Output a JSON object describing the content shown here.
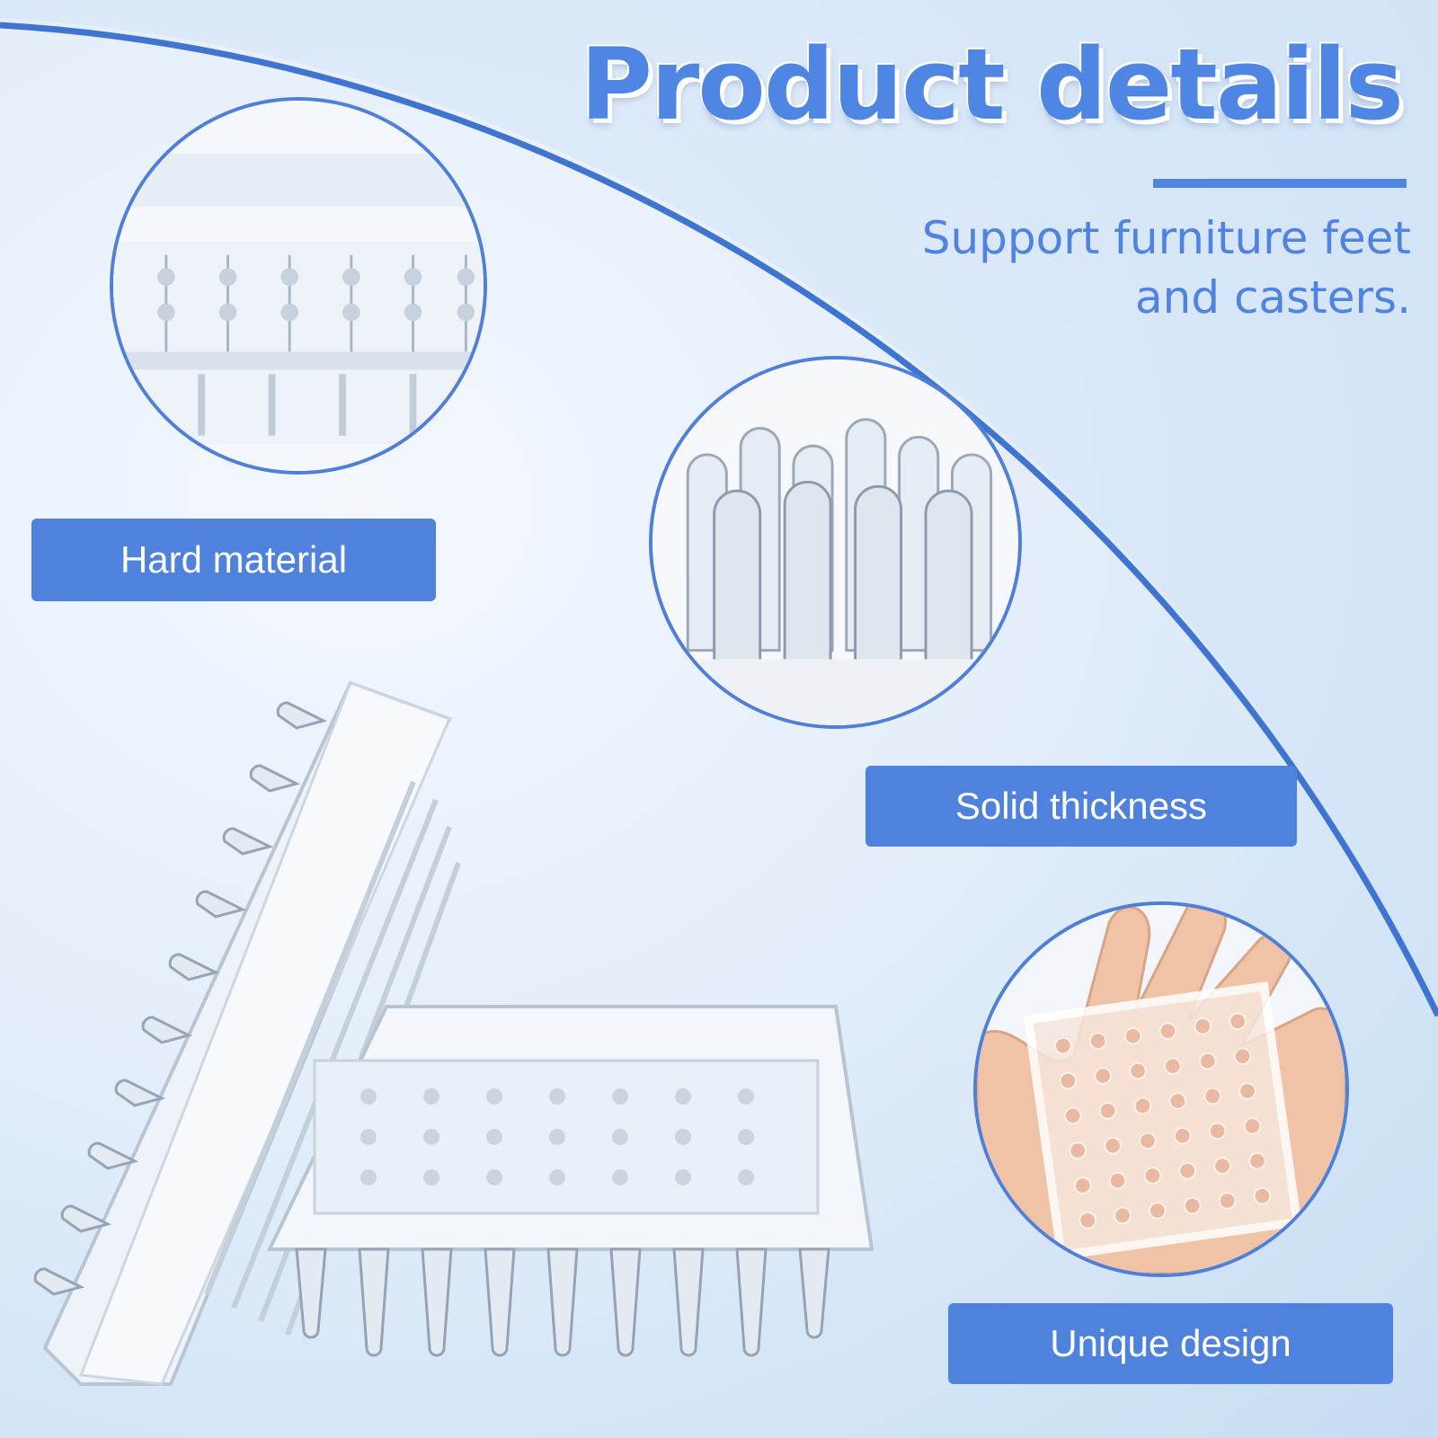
{
  "header": {
    "title": "Product details",
    "subtitle_line1": "Support furniture feet",
    "subtitle_line2": "and casters."
  },
  "features": [
    {
      "label": "Hard material",
      "icon": "caster-cup-top-icon"
    },
    {
      "label": "Solid thickness",
      "icon": "spikes-closeup-icon"
    },
    {
      "label": "Unique design",
      "icon": "hand-holding-pad-icon"
    }
  ],
  "colors": {
    "accent": "#4f82dd",
    "title": "#4f86e3",
    "background": "#e3eefa"
  }
}
